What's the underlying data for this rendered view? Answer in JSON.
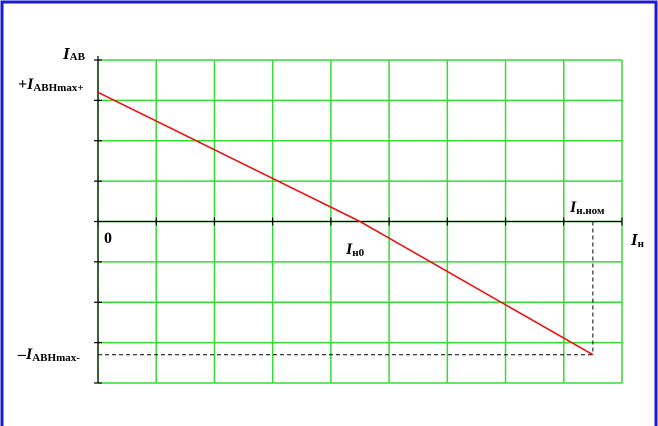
{
  "chart_data": {
    "type": "line",
    "title": "",
    "grid": true,
    "colors": {
      "grid": "#33dd33",
      "line": "#ee1111",
      "frame": "#1a1ad9",
      "axis": "#000000"
    },
    "x_axis": {
      "name": "I",
      "subscript": "н",
      "origin_label": "0",
      "range": [
        0,
        9
      ]
    },
    "y_axis": {
      "name": "I",
      "subscript": "АВ",
      "range": [
        -4,
        4
      ]
    },
    "x_markers": [
      {
        "value": 4.5,
        "name": "I",
        "subscript": "н0"
      },
      {
        "value": 8.5,
        "name": "I",
        "subscript": "н.ном"
      }
    ],
    "y_markers": [
      {
        "value": 3.2,
        "prefix": "+I",
        "subscript": "АВНmax+"
      },
      {
        "value": -3.3,
        "prefix": "–I",
        "subscript": "АВНmax-"
      }
    ],
    "series": [
      {
        "x": [
          0,
          4.5,
          8.5
        ],
        "y": [
          3.2,
          0,
          -3.3
        ]
      }
    ]
  }
}
